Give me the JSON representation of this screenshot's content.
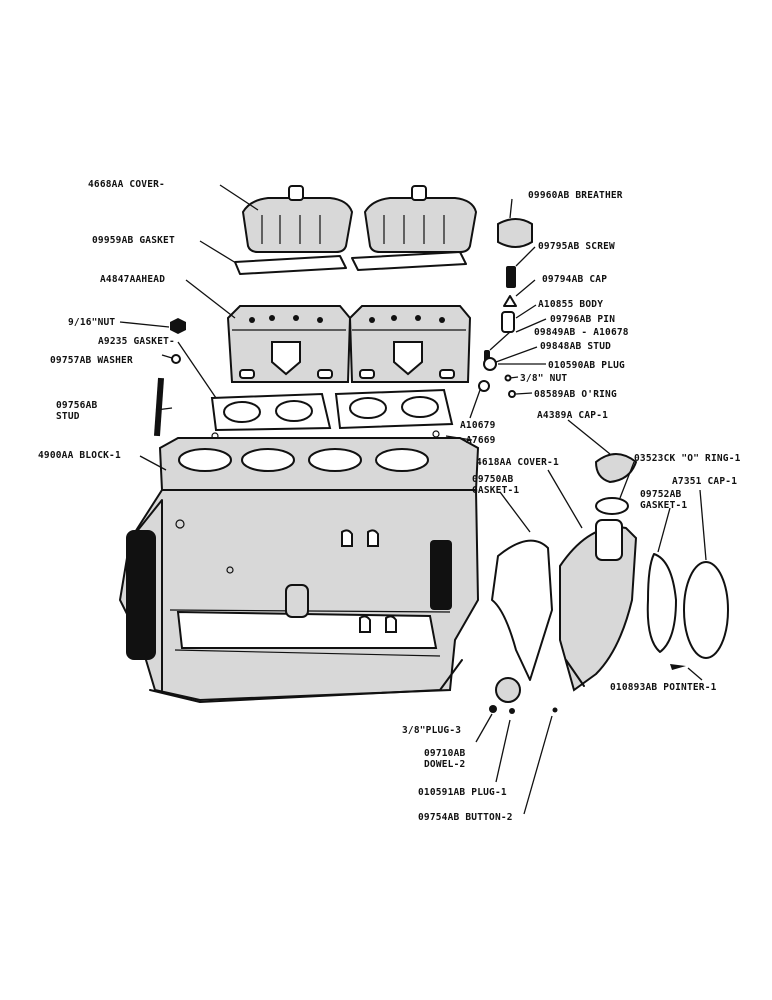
{
  "labels": {
    "cover": "4668AA COVER-",
    "breather": "09960AB BREATHER",
    "gasket_cover": "09959AB GASKET",
    "screw": "09795AB SCREW",
    "head": "A4847AAHEAD",
    "cap": "09794AB CAP",
    "nut_916": "9/16\"NUT",
    "body": "A10855 BODY",
    "pin": "09796AB PIN",
    "gasket_head": "A9235 GASKET-",
    "stud_a10678": "09849AB - A10678",
    "stud_09848": "09848AB STUD",
    "washer": "09757AB WASHER",
    "plug_010590": "010590AB PLUG",
    "nut_38": "3/8\" NUT",
    "stud_left_1": "09756AB",
    "stud_left_2": "STUD",
    "oring_08589": "08589AB O'RING",
    "a10679": "A10679",
    "a7669": "A7669",
    "cap_a4389": "A4389A CAP-1",
    "block": "4900AA BLOCK-1",
    "cover_4618": "4618AA COVER-1",
    "oring_03523": "03523CK \"O\" RING-1",
    "gasket_09750_1": "09750AB",
    "gasket_09750_2": "GASKET-1",
    "cap_a7351": "A7351 CAP-1",
    "gasket_09752_1": "09752AB",
    "gasket_09752_2": "GASKET-1",
    "pointer": "010893AB POINTER-1",
    "plug_38": "3/8\"PLUG-3",
    "dowel_1": "09710AB",
    "dowel_2": "DOWEL-2",
    "plug_010591": "010591AB PLUG-1",
    "button": "09754AB BUTTON-2"
  }
}
